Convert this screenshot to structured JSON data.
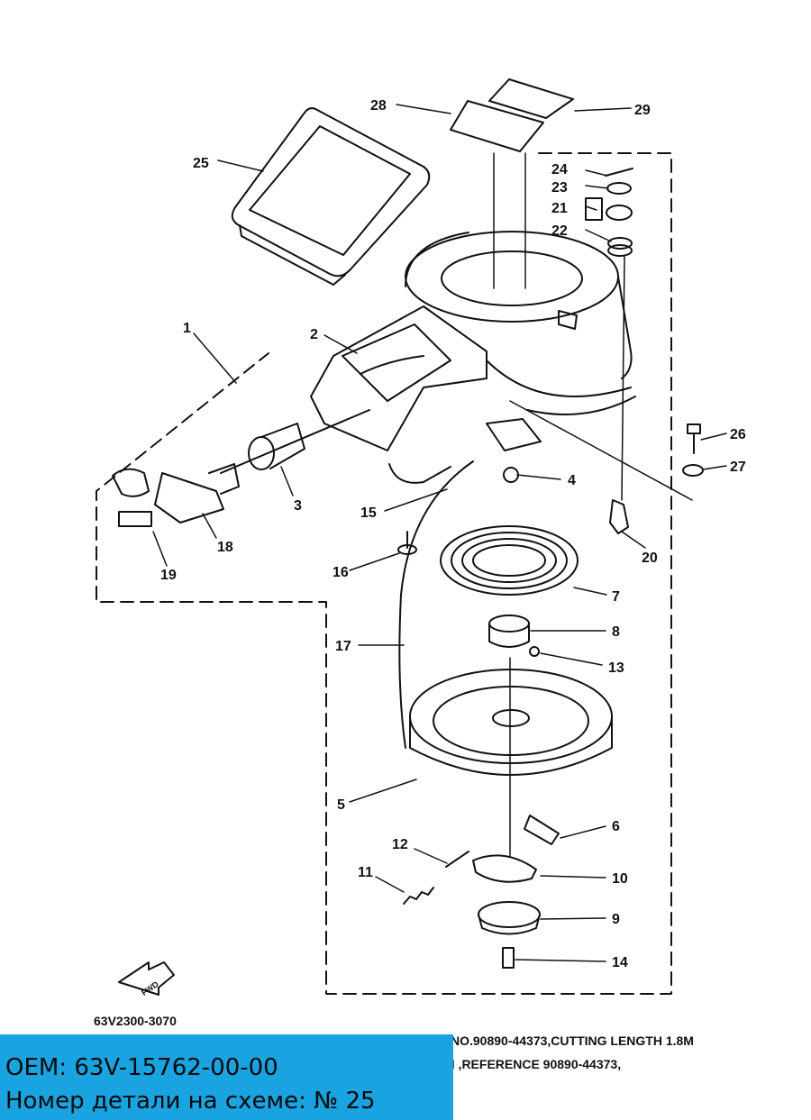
{
  "callouts": [
    "1",
    "2",
    "3",
    "4",
    "5",
    "6",
    "7",
    "8",
    "9",
    "10",
    "11",
    "12",
    "13",
    "14",
    "15",
    "16",
    "17",
    "18",
    "19",
    "20",
    "21",
    "22",
    "23",
    "24",
    "25",
    "26",
    "27",
    "28",
    "29"
  ],
  "diagram_code": "63V2300-3070",
  "fwd_label": "FWD",
  "notes": {
    "line1": "NO.90890-44373,CUTTING LENGTH 1.8M",
    "line2": "M ,REFERENCE 90890-44373,"
  },
  "info": {
    "oem": "OEM: 63V-15762-00-00",
    "part_number": "Номер детали на схеме: № 25"
  }
}
